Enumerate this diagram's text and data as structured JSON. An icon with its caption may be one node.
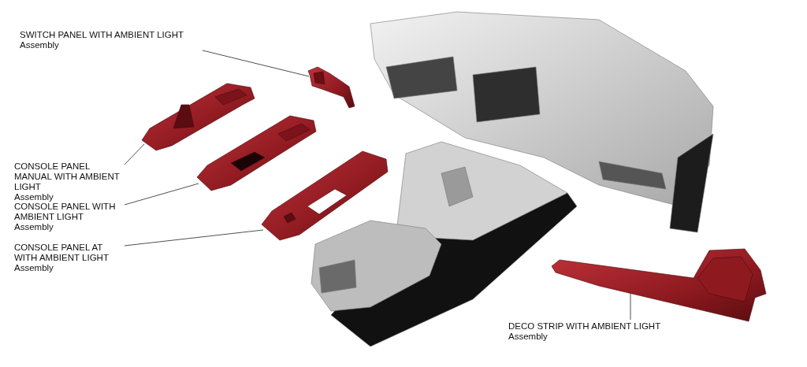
{
  "diagram": {
    "nodes": [
      {
        "text": [
          "SWITCH PANEL WITH AMBIENT LIGHT",
          "Assembly"
        ]
      },
      {
        "text": [],
        "shape": "picture"
      },
      {
        "text": [
          "CONSOLE PANEL MANUAL WITH AMBIENT LIGHT",
          "Assembly"
        ]
      },
      {
        "text": [],
        "shape": "picture"
      },
      {
        "text": [
          "CONSOLE PANEL WITH AMBIENT LIGHT",
          "Assembly"
        ]
      },
      {
        "text": [],
        "shape": "picture"
      },
      {
        "text": [
          "CONSOLE PANEL AT WITH AMBIENT LIGHT",
          "Assembly"
        ]
      },
      {
        "text": [],
        "shape": "picture"
      },
      {
        "text": [
          "DECO STRIP WITH AMBIENT LIGHT",
          "Assembly"
        ]
      },
      {
        "text": [],
        "shape": "picture"
      }
    ],
    "edges": [
      {
        "from": 0,
        "to": 1,
        "arrow": "none"
      },
      {
        "from": 2,
        "to": 3,
        "arrow": "none"
      },
      {
        "from": 4,
        "to": 5,
        "arrow": "none"
      },
      {
        "from": 6,
        "to": 7,
        "arrow": "none"
      },
      {
        "from": 8,
        "to": 9,
        "arrow": "none"
      }
    ]
  }
}
